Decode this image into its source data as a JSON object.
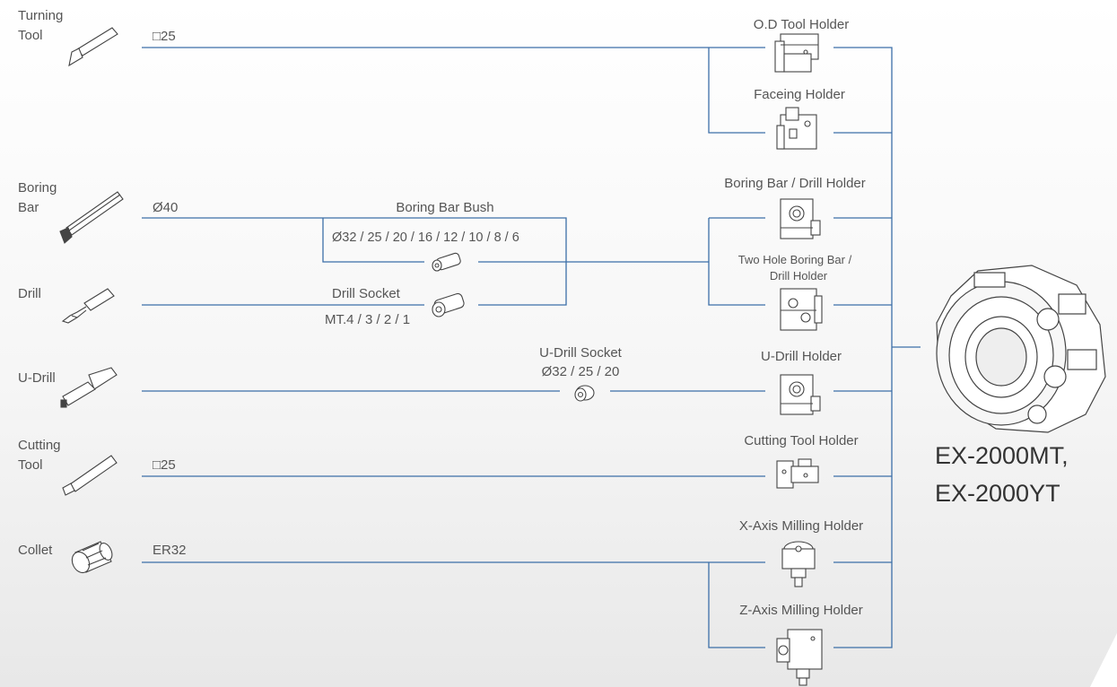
{
  "colors": {
    "line": "#3c6fa8",
    "text": "#555555",
    "icon": "#444444"
  },
  "tools": [
    {
      "line1": "Turning",
      "line2": "Tool",
      "icon": "turning-tool-icon"
    },
    {
      "line1": "Boring",
      "line2": "Bar",
      "icon": "boring-bar-icon"
    },
    {
      "line1": "Drill",
      "icon": "drill-icon"
    },
    {
      "line1": "U-Drill",
      "icon": "u-drill-icon"
    },
    {
      "line1": "Cutting",
      "line2": "Tool",
      "icon": "cutting-tool-icon"
    },
    {
      "line1": "Collet",
      "icon": "collet-icon"
    }
  ],
  "sizes": {
    "turning": "□25",
    "boring": "Ø40",
    "cutting": "□25",
    "collet": "ER32"
  },
  "adapters": {
    "boring_bush": {
      "title": "Boring Bar Bush",
      "sizes": "Ø32 / 25 / 20 / 16 / 12 / 10 / 8 / 6"
    },
    "drill_socket": {
      "title": "Drill Socket",
      "sizes": "MT.4 / 3 / 2 / 1"
    },
    "udrill_socket": {
      "title": "U-Drill Socket",
      "sizes": "Ø32 / 25 / 20"
    }
  },
  "holders": {
    "od": "O.D Tool Holder",
    "facing": "Faceing Holder",
    "boring_drill": "Boring Bar / Drill Holder",
    "two_hole_1": "Two Hole Boring Bar /",
    "two_hole_2": "Drill Holder",
    "udrill": "U-Drill Holder",
    "cutting": "Cutting Tool Holder",
    "x_milling": "X-Axis Milling Holder",
    "z_milling": "Z-Axis Milling Holder"
  },
  "product": {
    "line1": "EX-2000MT,",
    "line2": "EX-2000YT",
    "icon": "turret-icon"
  }
}
